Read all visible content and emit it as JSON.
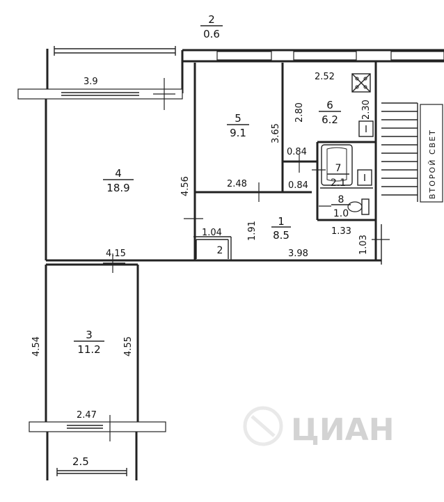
{
  "rooms": [
    {
      "id": "1",
      "area": "8.5"
    },
    {
      "id": "2",
      "area": "0.6"
    },
    {
      "id": "3",
      "area": "11.2"
    },
    {
      "id": "4",
      "area": "18.9"
    },
    {
      "id": "5",
      "area": "9.1"
    },
    {
      "id": "6",
      "area": "6.2"
    },
    {
      "id": "7",
      "area": "2.1"
    },
    {
      "id": "8",
      "area": "1.0"
    }
  ],
  "closet_label": "2",
  "dimensions": [
    "3.9",
    "3.65",
    "2.80",
    "2.52",
    "2.30",
    "0.84",
    "0.84",
    "4.56",
    "2.48",
    "1.04",
    "1.91",
    "1.33",
    "1.03",
    "3.98",
    "4.15",
    "4.54",
    "4.55",
    "2.47",
    "2.5"
  ],
  "stair_label": "ВТОРОЙ СВЕТ",
  "watermark": "ЦИАН"
}
